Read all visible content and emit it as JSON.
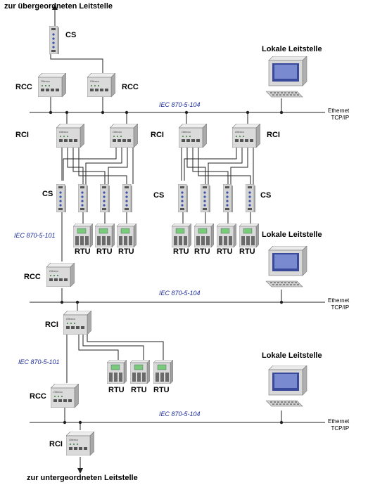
{
  "title_top": "zur übergeordneten Leitstelle",
  "title_bottom": "zur untergeordneten Leitstelle",
  "ethernet": {
    "line1": "Ethernet",
    "line2": "TCP/IP"
  },
  "protocol_104": "IEC 870-5-104",
  "protocol_101": "IEC 870-5-101",
  "local_control_center": "Lokale Leitstelle",
  "labels": {
    "cs": "CS",
    "rcc": "RCC",
    "rci": "RCI",
    "rtu": "RTU"
  },
  "device_brand": "Oltreco",
  "colors": {
    "wire": "#222222",
    "protocol_text": "#1a2a9a",
    "device_body": "#dadada",
    "monitor_screen": "#3a4a9a"
  }
}
